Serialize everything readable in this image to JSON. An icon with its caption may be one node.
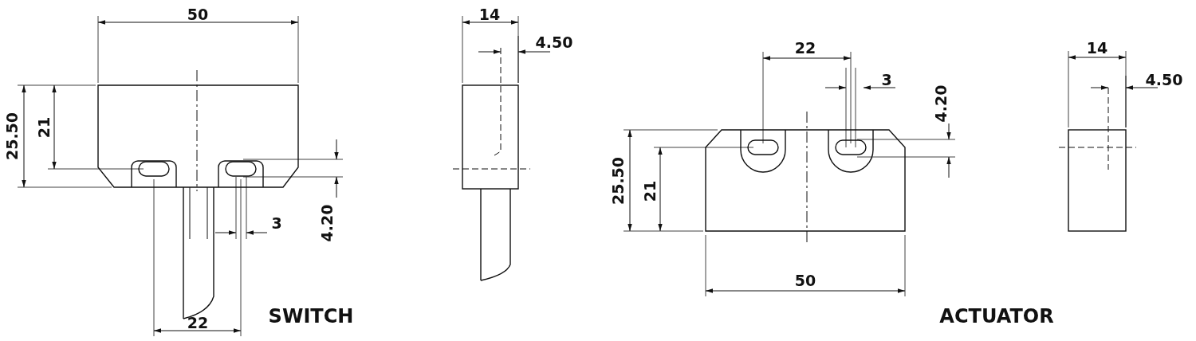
{
  "diagram": {
    "labels": [
      "50",
      "25.50",
      "21",
      "4.20",
      "3",
      "22",
      "14",
      "4.50",
      "22",
      "3",
      "4.20",
      "25.50",
      "21",
      "50",
      "14",
      "4.50",
      "SWITCH",
      "ACTUATOR"
    ]
  }
}
